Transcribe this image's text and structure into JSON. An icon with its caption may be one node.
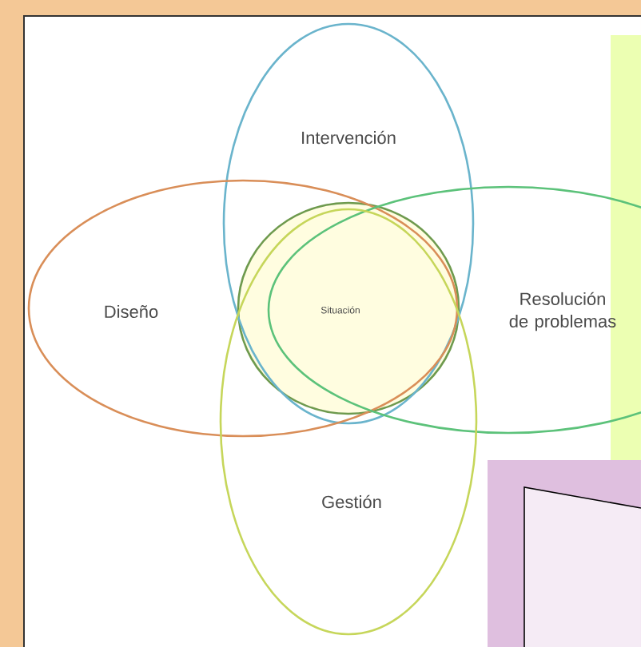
{
  "diagram": {
    "nodes": [
      {
        "text": [
          "Intervención"
        ]
      },
      {
        "text": [
          "Diseño"
        ]
      },
      {
        "text": [
          "Situación"
        ]
      },
      {
        "text": [
          "Resolución de problemas"
        ]
      },
      {
        "text": [
          "Gestión"
        ]
      }
    ]
  }
}
